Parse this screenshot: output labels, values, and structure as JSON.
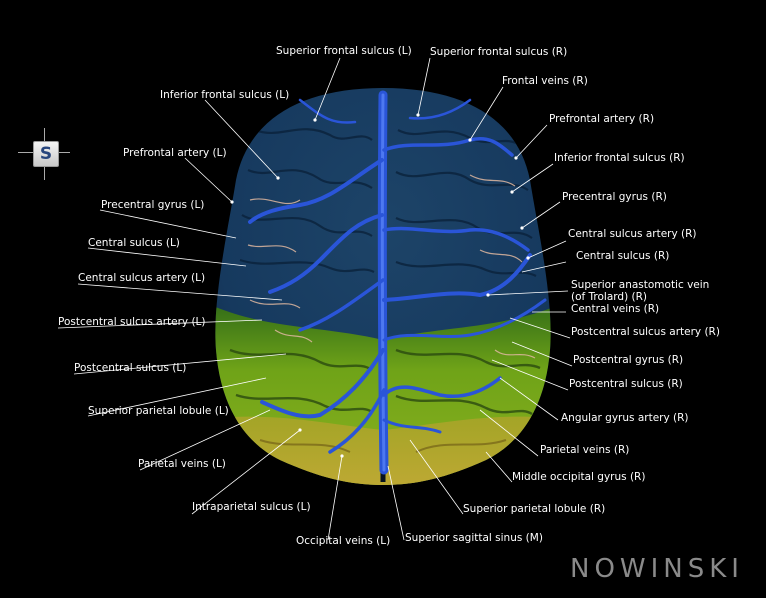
{
  "orientation": {
    "letter": "S",
    "icon": "orientation-cube-icon"
  },
  "logo": {
    "text": "NOWINSKI"
  },
  "colors": {
    "background": "#000000",
    "vein": "#2a55d8",
    "frontal_lobe": "#1e4a78",
    "parietal_lobe": "#7fae18",
    "occipital_lobe": "#c8b030"
  },
  "labels": {
    "sfs_l": "Superior frontal sulcus (L)",
    "sfs_r": "Superior frontal sulcus (R)",
    "frontal_veins_r": "Frontal veins (R)",
    "ifs_l": "Inferior frontal sulcus (L)",
    "prefrontal_artery_r": "Prefrontal artery (R)",
    "prefrontal_artery_l": "Prefrontal artery (L)",
    "ifs_r": "Inferior frontal sulcus (R)",
    "precentral_gyrus_r": "Precentral gyrus (R)",
    "precentral_gyrus_l": "Precentral gyrus (L)",
    "central_sulcus_artery_r": "Central sulcus artery (R)",
    "central_sulcus_l": "Central sulcus (L)",
    "central_sulcus_r": "Central sulcus (R)",
    "central_sulcus_artery_l": "Central sulcus artery (L)",
    "trolard_line1": "Superior anastomotic vein",
    "trolard_line2": "(of Trolard) (R)",
    "central_veins_r": "Central veins (R)",
    "postcentral_sulcus_artery_l": "Postcentral sulcus artery (L)",
    "postcentral_sulcus_artery_r": "Postcentral sulcus artery (R)",
    "postcentral_gyrus_r": "Postcentral gyrus (R)",
    "postcentral_sulcus_l": "Postcentral sulcus (L)",
    "postcentral_sulcus_r": "Postcentral sulcus (R)",
    "superior_parietal_lobule_l": "Superior parietal lobule (L)",
    "angular_gyrus_artery_r": "Angular gyrus artery (R)",
    "parietal_veins_r": "Parietal veins (R)",
    "parietal_veins_l": "Parietal veins (L)",
    "middle_occipital_gyrus_r": "Middle occipital gyrus (R)",
    "intraparietal_sulcus_l": "Intraparietal sulcus (L)",
    "superior_parietal_lobule_r": "Superior parietal lobule (R)",
    "occipital_veins_l": "Occipital veins (L)",
    "superior_sagittal_sinus": "Superior sagittal sinus (M)"
  }
}
